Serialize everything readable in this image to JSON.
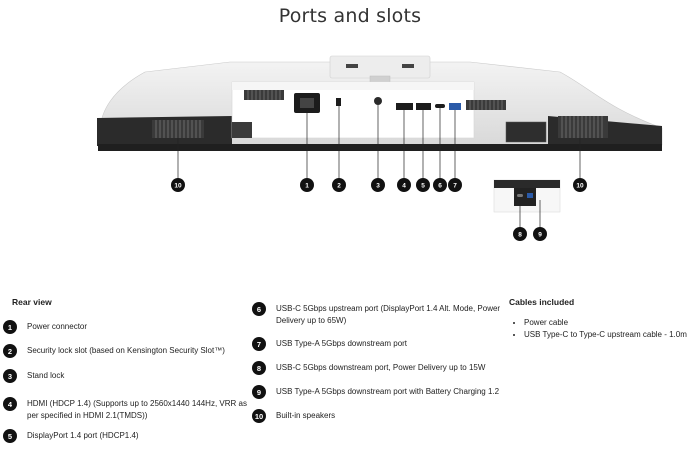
{
  "page_title": "Ports and slots",
  "callouts": [
    "10",
    "1",
    "2",
    "3",
    "4",
    "5",
    "6",
    "7",
    "10",
    "8",
    "9"
  ],
  "rear_view": {
    "title": "Rear view",
    "items": [
      {
        "num": "1",
        "text": "Power connector"
      },
      {
        "num": "2",
        "text": "Security lock slot (based on Kensington Security Slot™)"
      },
      {
        "num": "3",
        "text": "Stand lock"
      },
      {
        "num": "4",
        "text": "HDMI (HDCP 1.4) (Supports up to 2560x1440 144Hz, VRR as per specified in HDMI 2.1(TMDS))"
      },
      {
        "num": "5",
        "text": "DisplayPort 1.4 port (HDCP1.4)"
      },
      {
        "num": "6",
        "text": "USB-C 5Gbps upstream port (DisplayPort 1.4 Alt. Mode, Power Delivery up to 65W)"
      },
      {
        "num": "7",
        "text": "USB Type-A 5Gbps downstream port"
      },
      {
        "num": "8",
        "text": "USB-C 5Gbps downstream port, Power Delivery up to 15W"
      },
      {
        "num": "9",
        "text": "USB Type-A 5Gbps downstream port with Battery Charging 1.2"
      },
      {
        "num": "10",
        "text": "Built-in speakers"
      }
    ]
  },
  "cables": {
    "title": "Cables included",
    "items": [
      "Power cable",
      "USB Type-C to Type-C upstream cable - 1.0m"
    ]
  },
  "colors": {
    "badge": "#111111",
    "body_silver": "#e4e4e4",
    "bottom_dark": "#2a2a2a"
  }
}
